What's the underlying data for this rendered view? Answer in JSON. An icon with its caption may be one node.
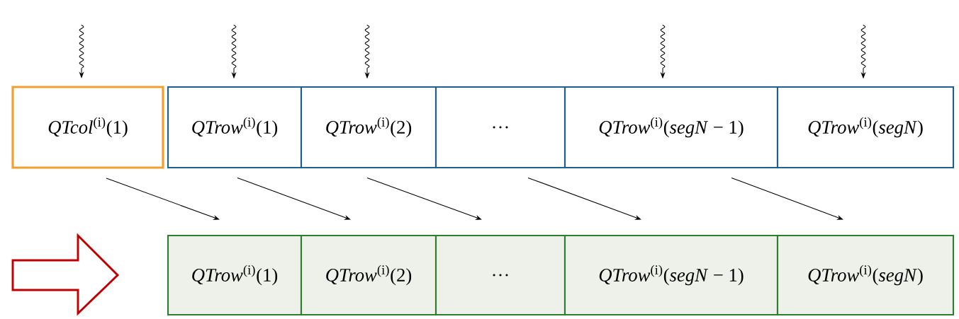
{
  "diagram": {
    "nodes": [
      {
        "text": [
          "*QTcol*$^{(i)}$(1)"
        ]
      },
      {
        "text": [
          "*QTrow*$^{(i)}$(1)"
        ]
      },
      {
        "text": [
          "*QTrow*$^{(i)}$(2)"
        ]
      },
      {
        "text": [
          "…"
        ]
      },
      {
        "text": [
          "*QTrow*$^{(i)}$(*segN* − 1)"
        ]
      },
      {
        "text": [
          "*QTrow*$^{(i)}$(*segN*)"
        ]
      },
      {
        "text": [
          "*QTrow*$^{(i)}$(1)"
        ]
      },
      {
        "text": [
          "*QTrow*$^{(i)}$(2)"
        ]
      },
      {
        "text": [
          "…"
        ]
      },
      {
        "text": [
          "*QTrow*$^{(i)}$(*segN* − 1)"
        ]
      },
      {
        "text": [
          "*QTrow*$^{(i)}$(*segN*)"
        ]
      }
    ],
    "edges": [
      {
        "from": null,
        "to": 0,
        "arrow": "to"
      },
      {
        "from": null,
        "to": 1,
        "arrow": "to"
      },
      {
        "from": null,
        "to": 2,
        "arrow": "to"
      },
      {
        "from": null,
        "to": 4,
        "arrow": "to"
      },
      {
        "from": null,
        "to": 5,
        "arrow": "to"
      },
      {
        "from": 0,
        "to": 6,
        "arrow": "to"
      },
      {
        "from": 1,
        "to": 7,
        "arrow": "to"
      },
      {
        "from": 2,
        "to": 8,
        "arrow": "to"
      },
      {
        "from": 3,
        "to": 9,
        "arrow": "to"
      },
      {
        "from": 4,
        "to": 10,
        "arrow": "to"
      }
    ]
  }
}
